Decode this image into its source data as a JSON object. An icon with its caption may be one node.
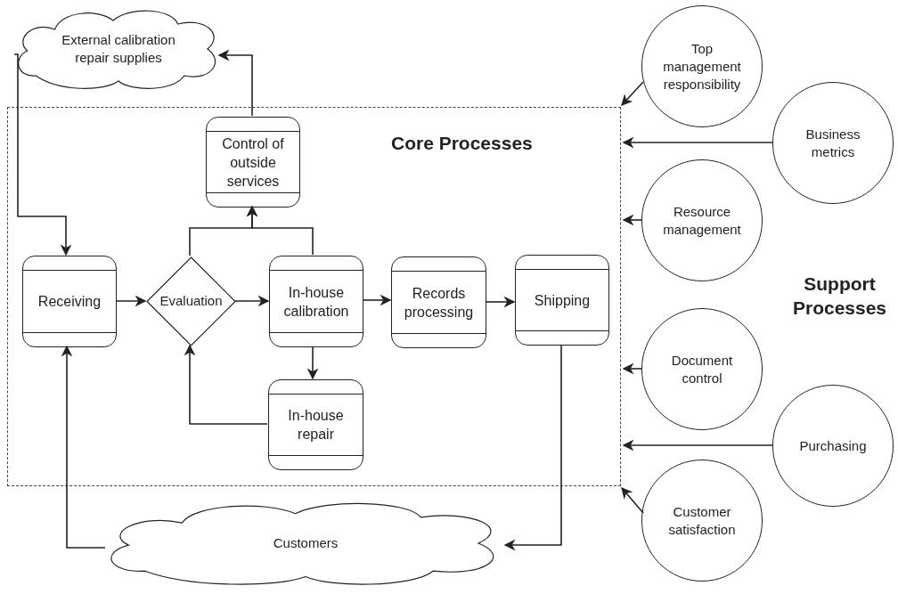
{
  "diagram": {
    "nodes": [
      {
        "text": [
          "Core Processes"
        ]
      },
      {
        "text": [
          "External calibration repair supplies"
        ]
      },
      {
        "text": [
          "Control of outside services"
        ],
        "in": 0
      },
      {
        "text": [
          "Receiving"
        ],
        "in": 0
      },
      {
        "text": [
          "Evaluation"
        ],
        "in": 0
      },
      {
        "text": [
          "In-house calibration"
        ],
        "in": 0
      },
      {
        "text": [
          "Records processing"
        ],
        "in": 0
      },
      {
        "text": [
          "Shipping"
        ],
        "in": 0
      },
      {
        "text": [
          "In-house repair"
        ],
        "in": 0
      },
      {
        "text": [
          "Customers"
        ]
      },
      {
        "text": [
          "Top management responsibility"
        ]
      },
      {
        "text": [
          "Business metrics"
        ]
      },
      {
        "text": [
          "Resource management"
        ]
      },
      {
        "text": [
          "Document control"
        ]
      },
      {
        "text": [
          "Purchasing"
        ]
      },
      {
        "text": [
          "Customer satisfaction"
        ]
      }
    ],
    "edges": [
      {
        "from": 1,
        "to": 3,
        "arrow": "to"
      },
      {
        "from": 2,
        "to": 1,
        "arrow": "to"
      },
      {
        "from": 3,
        "to": 4,
        "arrow": "to"
      },
      {
        "from": 4,
        "to": 5,
        "arrow": "to"
      },
      {
        "from": 4,
        "to": 2,
        "arrow": "to"
      },
      {
        "from": 5,
        "to": 2,
        "arrow": "to"
      },
      {
        "from": 5,
        "to": 6,
        "arrow": "to"
      },
      {
        "from": 6,
        "to": 7,
        "arrow": "to"
      },
      {
        "from": 5,
        "to": 8,
        "arrow": "to"
      },
      {
        "from": 8,
        "to": 4,
        "arrow": "to"
      },
      {
        "from": 7,
        "to": 9,
        "arrow": "to"
      },
      {
        "from": 9,
        "to": 3,
        "arrow": "to"
      },
      {
        "from": 10,
        "to": 0,
        "arrow": "to"
      },
      {
        "from": 11,
        "to": 0,
        "arrow": "to"
      },
      {
        "from": 12,
        "to": 0,
        "arrow": "to"
      },
      {
        "from": 13,
        "to": 0,
        "arrow": "to"
      },
      {
        "from": 14,
        "to": 0,
        "arrow": "to"
      },
      {
        "from": 15,
        "to": 0,
        "arrow": "to"
      }
    ],
    "labels": [
      "Support Processes"
    ]
  }
}
